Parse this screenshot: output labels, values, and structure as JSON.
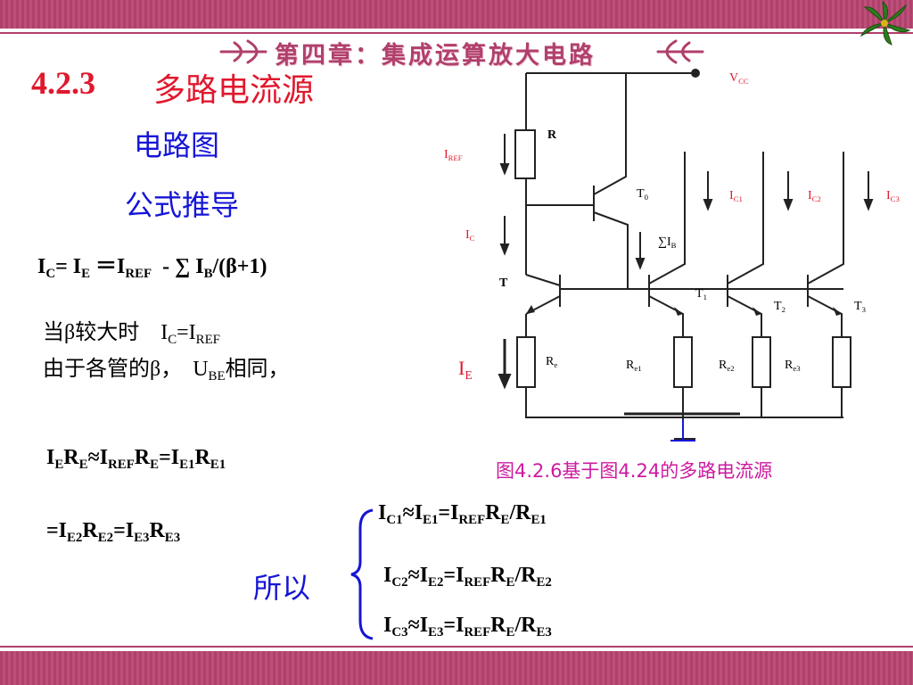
{
  "header": {
    "chapter_title": "第四章：集成运算放大电路"
  },
  "section": {
    "number": "4.2.3",
    "title": "多路电流源"
  },
  "links": {
    "circuit": "电路图",
    "derivation": "公式推导"
  },
  "formulas": {
    "f1": {
      "a": "I",
      "a_sub": "C",
      "b": "= I",
      "b_sub": "E",
      "c": " ＝I",
      "c_sub": "REF",
      "d": "  - ∑ I",
      "d_sub": "B",
      "e": "/(β+1)"
    },
    "f2": {
      "pre": "当β较大时    I",
      "s1": "C",
      "mid": "=I",
      "s2": "REF"
    },
    "f3": {
      "pre": "由于各管的β，  U",
      "s1": "BE",
      "post": "相同，"
    },
    "f4": {
      "t1": "I",
      "s1": "E",
      "t2": "R",
      "s2": "E",
      "t3": "≈I",
      "s3": "REF",
      "t4": "R",
      "s4": "E",
      "t5": "=I",
      "s5": "E1",
      "t6": "R",
      "s6": "E1"
    },
    "f5": {
      "t1": "=I",
      "s1": "E2",
      "t2": "R",
      "s2": "E2",
      "t3": "=I",
      "s3": "E3",
      "t4": "R",
      "s4": "E3"
    },
    "therefore": "所以",
    "r1": {
      "t1": "I",
      "s1": "C1",
      "t2": "≈I",
      "s2": "E1",
      "t3": "=I",
      "s3": "REF",
      "t4": "R",
      "s4": "E",
      "t5": "/R",
      "s5": "E1"
    },
    "r2": {
      "t1": "I",
      "s1": "C2",
      "t2": "≈I",
      "s2": "E2",
      "t3": "=I",
      "s3": "REF",
      "t4": "R",
      "s4": "E",
      "t5": "/R",
      "s5": "E2"
    },
    "r3": {
      "t1": "I",
      "s1": "C3",
      "t2": "≈I",
      "s2": "E3",
      "t3": "=I",
      "s3": "REF",
      "t4": "R",
      "s4": "E",
      "t5": "/R",
      "s5": "E3"
    }
  },
  "circuit": {
    "caption": "图4.2.6基于图4.24的多路电流源",
    "vcc": "V",
    "vcc_sub": "CC",
    "r": "R",
    "iref": "I",
    "iref_sub": "REF",
    "ic": "I",
    "ic_sub": "C",
    "ie": "I",
    "ie_sub": "E",
    "t": "T",
    "t0": "T",
    "t0_sub": "0",
    "t1": "T",
    "t1_sub": "1",
    "t2": "T",
    "t2_sub": "2",
    "t3": "T",
    "t3_sub": "3",
    "ib": "∑I",
    "ib_sub": "B",
    "ic1": "I",
    "ic1_sub": "C1",
    "ic2": "I",
    "ic2_sub": "C2",
    "ic3": "I",
    "ic3_sub": "C3",
    "re": "R",
    "re_sub": "e",
    "re1": "R",
    "re1_sub": "e1",
    "re2": "R",
    "re2_sub": "e2",
    "re3": "R",
    "re3_sub": "e3"
  },
  "colors": {
    "accent": "#b0406c",
    "red": "#e0182d",
    "blue": "#1515d6"
  }
}
